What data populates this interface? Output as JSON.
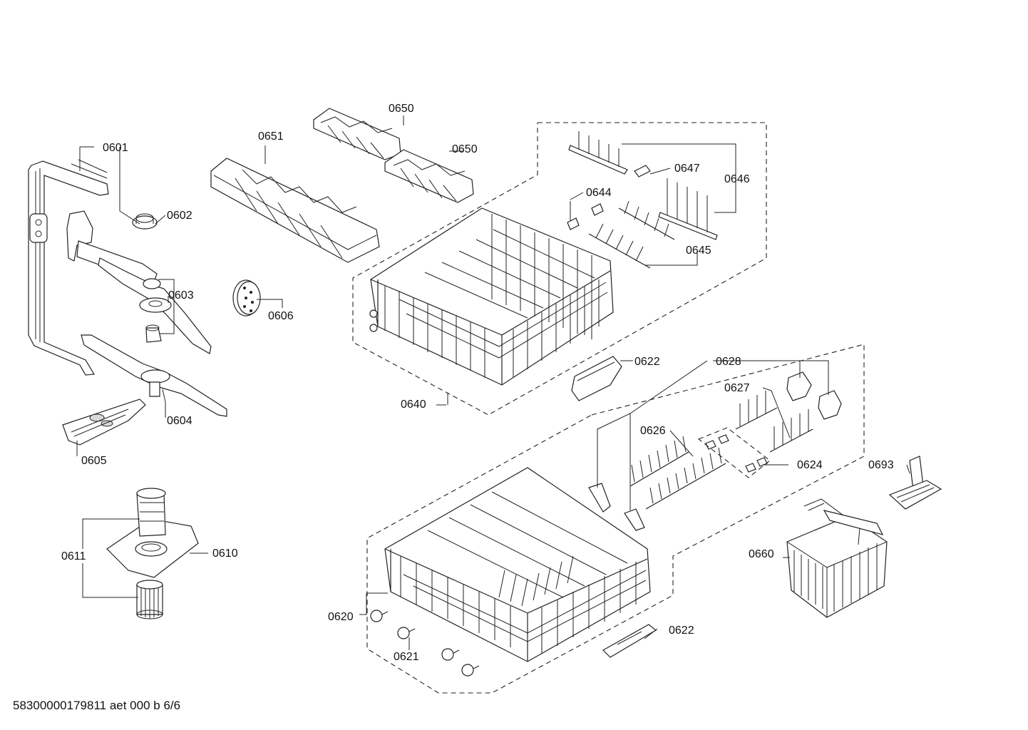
{
  "footer_text": "58300000179811 aet 000 b 6/6",
  "labels": {
    "p0601": "0601",
    "p0602": "0602",
    "p0603": "0603",
    "p0604": "0604",
    "p0605": "0605",
    "p0606": "0606",
    "p0610": "0610",
    "p0611": "0611",
    "p0620": "0620",
    "p0621": "0621",
    "p0622a": "0622",
    "p0622b": "0622",
    "p0624": "0624",
    "p0626": "0626",
    "p0627": "0627",
    "p0628": "0628",
    "p0640": "0640",
    "p0644": "0644",
    "p0645": "0645",
    "p0646": "0646",
    "p0647": "0647",
    "p0650a": "0650",
    "p0650b": "0650",
    "p0651": "0651",
    "p0660": "0660",
    "p0693": "0693"
  }
}
